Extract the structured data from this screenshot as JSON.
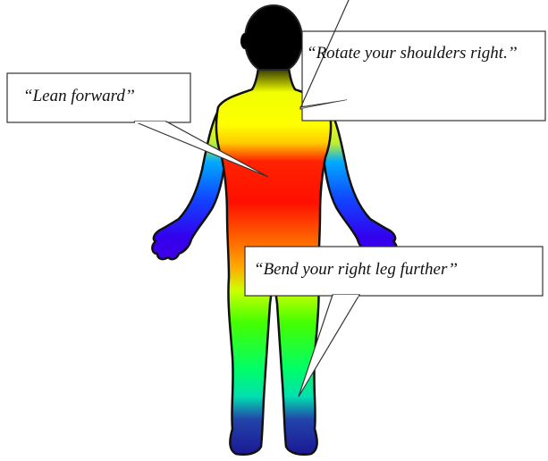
{
  "figure": {
    "body_gradient": [
      "#000000",
      "#ffff00",
      "#ff1a00",
      "#ffaa00",
      "#55ff00",
      "#00ff88",
      "#1a1aa0"
    ],
    "callouts": {
      "lean": "“Lean forward’’",
      "rotate": "“Rotate your shoulders right.’’",
      "bend": "“Bend your right leg further’’"
    }
  }
}
